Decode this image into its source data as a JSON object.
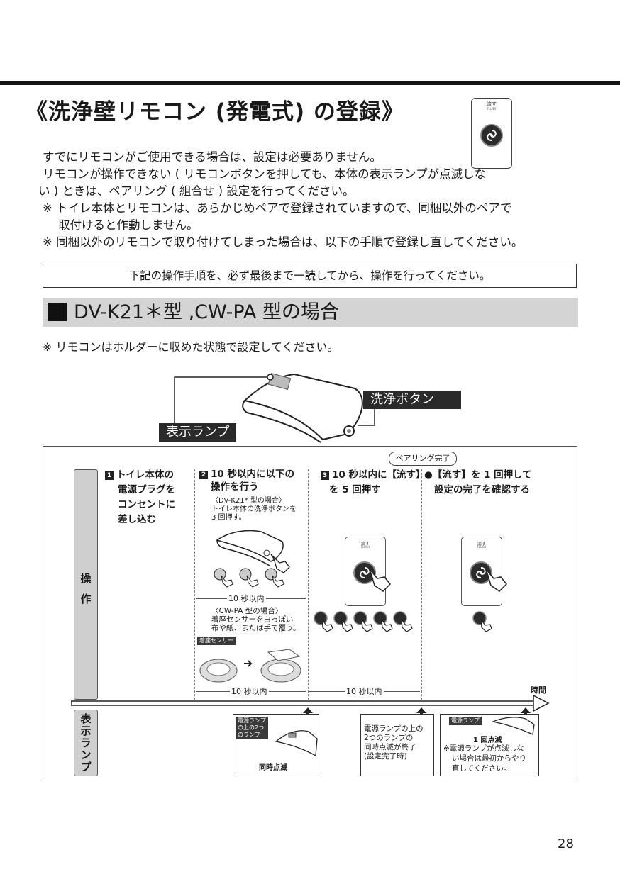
{
  "title": "《洗浄壁リモコン (発電式) の登録》",
  "remote": {
    "label": "流す",
    "sublabel": "FLUSH"
  },
  "intro": [
    "すでにリモコンがご使用できる場合は、設定は必要ありません。",
    "リモコンが操作できない ( リモコンボタンを押しても、本体の表示ランプが点滅しな",
    "い ) ときは、ペアリング ( 組合せ ) 設定を行ってください。",
    "※ トイレ本体とリモコンは、あらかじめペアで登録されていますので、同梱以外のペアで",
    "取付けると作動しません。",
    "※ 同梱以外のリモコンで取り付けてしまった場合は、以下の手順で登録し直してください。"
  ],
  "notice": "下記の操作手順を、必ず最後まで一読してから、操作を行ってください。",
  "section_title": "DV-K21＊型 ,CW-PA 型の場合",
  "note": "※ リモコンはホルダーに収めた状態で設定してください。",
  "callouts": {
    "lamp": "表示ランプ",
    "button": "洗浄ボタン"
  },
  "sidebar": {
    "operation": [
      "操",
      "作"
    ],
    "lamp": [
      "表",
      "示",
      "ラ",
      "ン",
      "プ"
    ]
  },
  "pairing_done": "ペアリング完了",
  "steps": [
    {
      "num": "1",
      "lines": [
        "トイレ本体の",
        "電源プラグを",
        "コンセントに",
        "差し込む"
      ]
    },
    {
      "num": "2",
      "lines": [
        "10 秒以内に以下の",
        "操作を行う"
      ],
      "sub1": [
        "〈DV-K21* 型の場合〉",
        "トイレ本体の洗浄ボタンを",
        "3 回押す。"
      ],
      "sub2": [
        "〈CW-PA 型の場合〉",
        "着座センサーを白っぽい",
        "布や紙、または手で覆う。"
      ],
      "sensor_tag": "着座センサー"
    },
    {
      "num": "3",
      "lines": [
        "10 秒以内に【流す】",
        "を 5 回押す"
      ]
    },
    {
      "num": "●",
      "lines": [
        "【流す】を 1 回押して",
        "設定の完了を確認する"
      ]
    }
  ],
  "measure": {
    "ten_sec": "10 秒以内",
    "time": "時間"
  },
  "lamp_boxes": {
    "box1_tag": [
      "電源ランプ",
      "の上の2つ",
      "のランプ"
    ],
    "box1_caption": "同時点滅",
    "box2_text": [
      "電源ランプの上の",
      "2つのランプの",
      "同時点滅が終了",
      "(設定完了時)"
    ],
    "box3_tag": "電源ランプ",
    "box3_caption": "1 回点滅",
    "box3_text": [
      "※電源ランプが点滅しな",
      "い場合は最初からやり",
      "直してください。"
    ]
  },
  "page_number": "28"
}
